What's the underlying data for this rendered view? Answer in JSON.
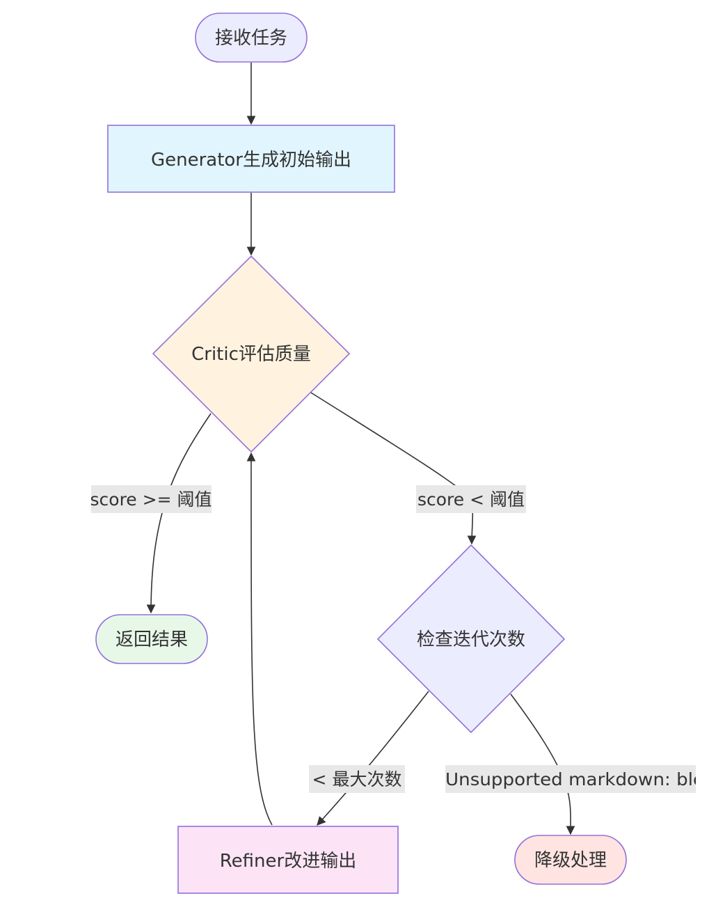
{
  "nodes": {
    "start": {
      "label": "接收任务",
      "fill": "#ECECFF",
      "stroke": "#9370DB"
    },
    "generator": {
      "label": "Generator生成初始输出",
      "fill": "#E1F5FE",
      "stroke": "#9370DB"
    },
    "critic": {
      "label": "Critic评估质量",
      "fill": "#FFF3E0",
      "stroke": "#9370DB"
    },
    "return": {
      "label": "返回结果",
      "fill": "#E8F8E8",
      "stroke": "#9370DB"
    },
    "check": {
      "label": "检查迭代次数",
      "fill": "#ECECFF",
      "stroke": "#9370DB"
    },
    "refiner": {
      "label": "Refiner改进输出",
      "fill": "#FCE4F6",
      "stroke": "#9370DB"
    },
    "fallback": {
      "label": "降级处理",
      "fill": "#FFE4E1",
      "stroke": "#9370DB"
    }
  },
  "edges": {
    "pass": {
      "label": "score >= 阈值"
    },
    "fail": {
      "label": "score < 阈值"
    },
    "retry": {
      "label": "< 最大次数"
    },
    "limit": {
      "label": "Unsupported markdown: blo"
    }
  },
  "colors": {
    "edge": "#333333",
    "label_bg": "#E8E8E8"
  }
}
